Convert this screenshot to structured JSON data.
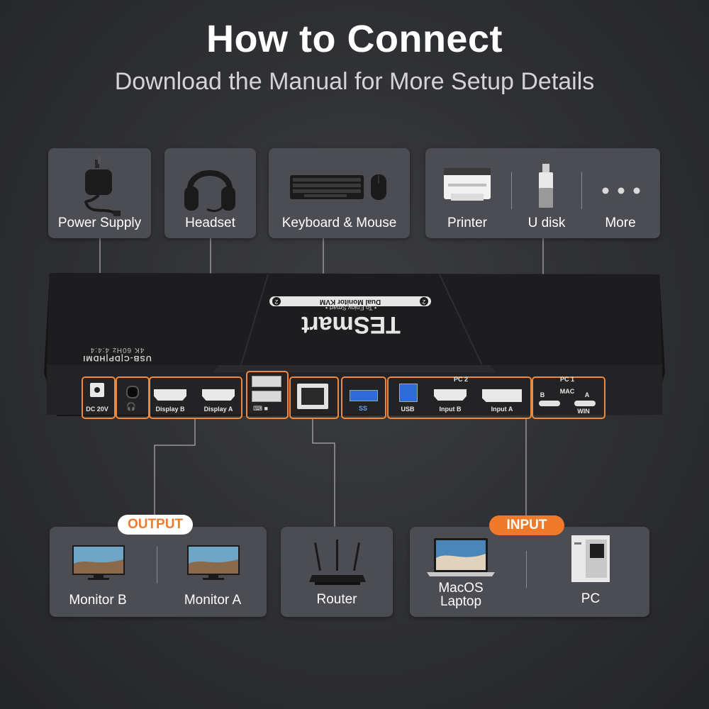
{
  "header": {
    "title": "How to Connect",
    "subtitle": "Download the Manual for More Setup Details"
  },
  "top_devices": {
    "power_supply": "Power Supply",
    "headset": "Headset",
    "keyboard_mouse": "Keyboard & Mouse",
    "printer": "Printer",
    "u_disk": "U disk",
    "more": "More"
  },
  "device": {
    "brand": "TESmart",
    "tagline": "• To Enjoy Smart •",
    "model": "Dual Monitor KVM",
    "model_number_left": "2",
    "model_number_right": "2",
    "spec_line1": "4K 60Hz 4:4:4",
    "spec_line2": "USB-C|DP|HDMI",
    "ports": {
      "dc": "DC 20V",
      "display_b": "Display B",
      "display_a": "Display A",
      "usb_ss": "SS",
      "pc2": "PC 2",
      "usb": "USB",
      "input_b": "Input B",
      "input_a": "Input A",
      "pc1": "PC 1",
      "mac": "MAC",
      "mac_b": "B",
      "mac_a": "A",
      "win": "WIN"
    }
  },
  "groups": {
    "output_tag": "OUTPUT",
    "input_tag": "INPUT"
  },
  "bottom_devices": {
    "monitor_b": "Monitor B",
    "monitor_a": "Monitor A",
    "router": "Router",
    "macos_line1": "MacOS",
    "macos_line2": "Laptop",
    "pc": "PC"
  },
  "colors": {
    "accent": "#ef7a2a",
    "card": "#4b4d53",
    "background": "#2e2f33"
  }
}
